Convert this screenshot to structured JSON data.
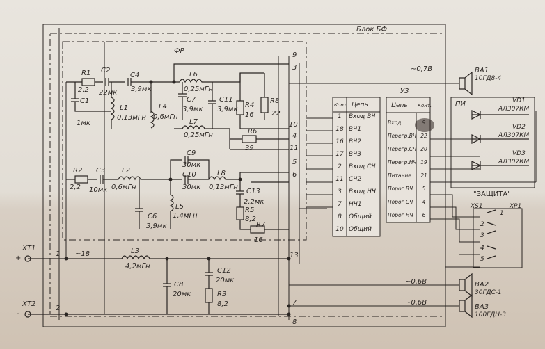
{
  "block_title": "Блок БФ",
  "filter_label": "ФР",
  "components": {
    "R1": {
      "name": "R1",
      "value": "2,2"
    },
    "C1": {
      "name": "C1",
      "value": "1мк"
    },
    "C2": {
      "name": "C2",
      "value": "22мк"
    },
    "C4": {
      "name": "C4",
      "value": "3,9мк"
    },
    "L1": {
      "name": "L1",
      "value": "0,13мГн"
    },
    "L4": {
      "name": "L4",
      "value": "0,6мГн"
    },
    "L6": {
      "name": "L6",
      "value": "0,25мГн"
    },
    "C7": {
      "name": "C7",
      "value": "3,9мк"
    },
    "L7": {
      "name": "L7",
      "value": "0,25мГн"
    },
    "C11": {
      "name": "C11",
      "value": "3,9мк"
    },
    "R4": {
      "name": "R4",
      "value": "16"
    },
    "R8": {
      "name": "R8",
      "value": "22"
    },
    "R6": {
      "name": "R6",
      "value": "39"
    },
    "R2": {
      "name": "R2",
      "value": "2,2"
    },
    "C3": {
      "name": "C3",
      "value": "10мк"
    },
    "L2": {
      "name": "L2",
      "value": "0,6мГн"
    },
    "C9": {
      "name": "C9",
      "value": "30мк"
    },
    "C10": {
      "name": "C10",
      "value": "30мк"
    },
    "L8": {
      "name": "L8",
      "value": "0,13мГн"
    },
    "L5": {
      "name": "L5",
      "value": "1,4мГн"
    },
    "C6": {
      "name": "C6",
      "value": "3,9мк"
    },
    "C13": {
      "name": "C13",
      "value": "2,2мк"
    },
    "R5": {
      "name": "R5",
      "value": "8,2"
    },
    "R7": {
      "name": "R7",
      "value": "16"
    },
    "L3": {
      "name": "L3",
      "value": "4,2мГн"
    },
    "C8": {
      "name": "C8",
      "value": "20мк"
    },
    "C12": {
      "name": "C12",
      "value": "20мк"
    },
    "R3": {
      "name": "R3",
      "value": "8,2"
    }
  },
  "terminals": {
    "xt1": "XT1",
    "xt2": "XT2",
    "plus": "+",
    "minus": "-",
    "n1": "1",
    "n2": "2",
    "v18": "~18"
  },
  "nodes": [
    "9",
    "3",
    "10",
    "4",
    "11",
    "5",
    "6",
    "13",
    "7",
    "8"
  ],
  "voltages": {
    "v1": "~0,7B",
    "v2": "~0,6B",
    "v3": "~0,6B"
  },
  "speakers": {
    "ba1": {
      "name": "ВА1",
      "model": "10ГД8-4"
    },
    "ba2": {
      "name": "ВА2",
      "model": "30ГДС-1"
    },
    "ba3": {
      "name": "ВА3",
      "model": "100ГДН-3"
    }
  },
  "connector_table": {
    "headers": [
      "Конт.",
      "Цепь"
    ],
    "rows": [
      [
        "1",
        "Вход ВЧ"
      ],
      [
        "18",
        "ВЧ1"
      ],
      [
        "16",
        "ВЧ2"
      ],
      [
        "17",
        "ВЧ3"
      ],
      [
        "2",
        "Вход СЧ"
      ],
      [
        "11",
        "СЧ2"
      ],
      [
        "3",
        "Вход НЧ"
      ],
      [
        "7",
        "НЧ1"
      ],
      [
        "8",
        "Общий"
      ],
      [
        "10",
        "Общий"
      ]
    ]
  },
  "u3": {
    "title": "У3",
    "headers": [
      "Цепь",
      "Конт."
    ],
    "rows": [
      [
        "Вход",
        "9"
      ],
      [
        "Перегр.ВЧ",
        "22"
      ],
      [
        "Перегр.СЧ",
        "20"
      ],
      [
        "Перегр.НЧ",
        "19"
      ],
      [
        "Питание",
        "21"
      ],
      [
        "Порог ВЧ",
        "5"
      ],
      [
        "Порог СЧ",
        "4"
      ],
      [
        "Порог НЧ",
        "6"
      ]
    ]
  },
  "indicator": {
    "title": "ПИ",
    "leds": [
      {
        "name": "VD1",
        "model": "АЛ307КМ"
      },
      {
        "name": "VD2",
        "model": "АЛ307КМ"
      },
      {
        "name": "VD3",
        "model": "АЛ307КМ"
      }
    ]
  },
  "protection": {
    "title": "\"ЗАЩИТА\"",
    "xs1": "XS1",
    "xp1": "XP1",
    "pins": [
      "1",
      "2",
      "3",
      "4",
      "5"
    ]
  }
}
